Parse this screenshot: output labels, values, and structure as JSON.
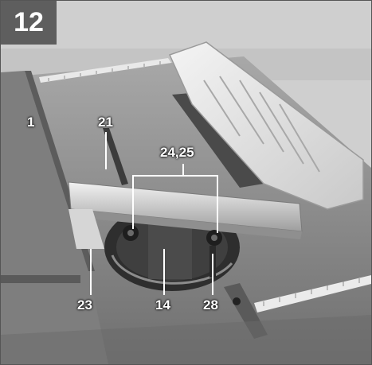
{
  "figure": {
    "number": "12",
    "badge_color": "#5e5e5e"
  },
  "callouts": {
    "c1": "1",
    "c21": "21",
    "c24_25": "24,25",
    "c23": "23",
    "c14": "14",
    "c28": "28"
  },
  "colors": {
    "label_text": "#ffffff",
    "leader_line": "#ffffff",
    "table_surface": "#8a8a8a",
    "blade_guard": "#e8e8e8"
  }
}
